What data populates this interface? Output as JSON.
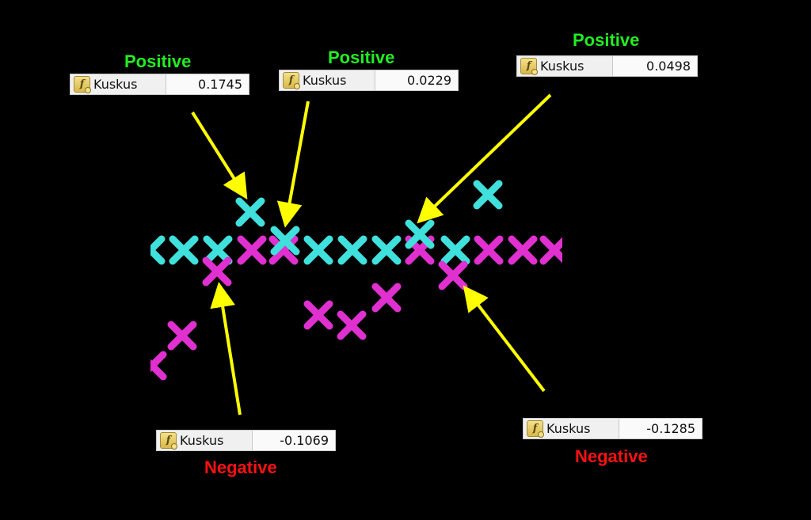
{
  "colors": {
    "positive_label": "#22ee22",
    "negative_label": "#ff1111",
    "arrow": "#ffff00",
    "marker_cyan": "#40e0dc",
    "marker_magenta": "#e030d0",
    "background": "#000000"
  },
  "callouts": [
    {
      "sign_label": "Positive",
      "icon": "function-icon",
      "name": "Kuskus",
      "value": "0.1745"
    },
    {
      "sign_label": "Positive",
      "icon": "function-icon",
      "name": "Kuskus",
      "value": "0.0229"
    },
    {
      "sign_label": "Positive",
      "icon": "function-icon",
      "name": "Kuskus",
      "value": "0.0498"
    },
    {
      "sign_label": "Negative",
      "icon": "function-icon",
      "name": "Kuskus",
      "value": "-0.1069"
    },
    {
      "sign_label": "Negative",
      "icon": "function-icon",
      "name": "Kuskus",
      "value": "-0.1285"
    }
  ],
  "markers": {
    "row": [
      "cyan",
      "cyan",
      "cyan",
      "magenta",
      "magenta",
      "cyan",
      "cyan",
      "cyan",
      "magenta",
      "cyan",
      "magenta",
      "magenta",
      "magenta"
    ],
    "extra": [
      "cyan",
      "cyan",
      "cyan",
      "cyan",
      "magenta",
      "magenta",
      "magenta",
      "magenta",
      "magenta",
      "magenta",
      "magenta"
    ]
  }
}
